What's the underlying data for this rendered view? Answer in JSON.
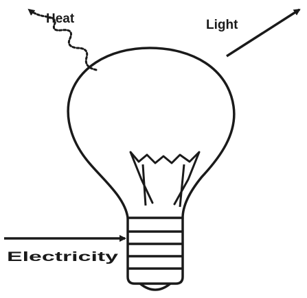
{
  "labels": {
    "heat": "Heat",
    "light": "Light",
    "electricity": "Electricity"
  },
  "colors": {
    "ink": "#1a1a1a",
    "background": "#ffffff"
  }
}
